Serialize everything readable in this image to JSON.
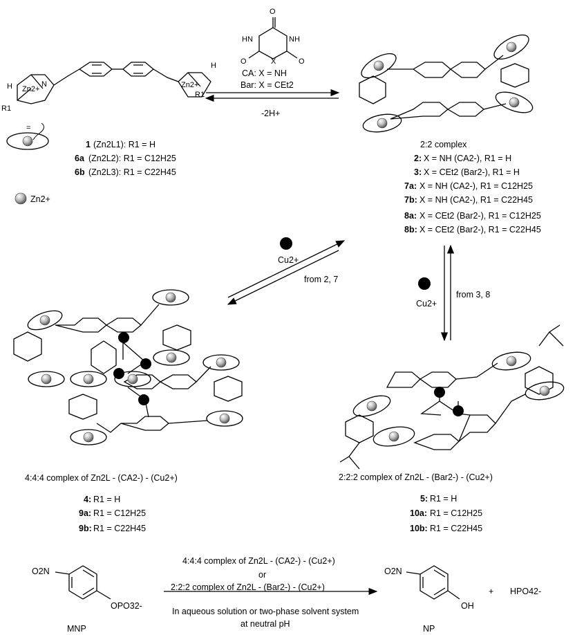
{
  "ligand": {
    "zn2plus": "Zn2+",
    "nh": "N",
    "h": "H",
    "r1": "R1",
    "equals": "=",
    "compounds": [
      {
        "num": "1",
        "desc": "(Zn2L1): R1 = H"
      },
      {
        "num": "6a",
        "desc": "(Zn2L2): R1 = C12H25"
      },
      {
        "num": "6b",
        "desc": "(Zn2L3): R1 = C22H45"
      }
    ],
    "legend_zn": "Zn2+"
  },
  "reagent": {
    "ca": "CA: X = NH",
    "bar": "Bar: X = CEt2",
    "minus2h": "-2H+",
    "o": "O",
    "hn": "HN",
    "nh": "NH",
    "x": "X"
  },
  "complex22": {
    "title": "2:2 complex",
    "items": [
      {
        "num": "2:",
        "desc": "X = NH (CA2-), R1 = H"
      },
      {
        "num": "3:",
        "desc": "X = CEt2 (Bar2-), R1 = H"
      },
      {
        "num": "7a:",
        "desc": "X = NH (CA2-), R1 = C12H25"
      },
      {
        "num": "7b:",
        "desc": "X = NH (CA2-), R1 = C22H45"
      },
      {
        "num": "8a:",
        "desc": "X = CEt2 (Bar2-), R1 = C12H25"
      },
      {
        "num": "8b:",
        "desc": "X = CEt2 (Bar2-), R1 = C22H45"
      }
    ]
  },
  "arrows": {
    "cu_left": "Cu2+",
    "from_left": "from 2, 7",
    "cu_right": "Cu2+",
    "from_right": "from 3, 8"
  },
  "complex444": {
    "title": "4:4:4 complex of Zn2L - (CA2-) - (Cu2+)",
    "items": [
      {
        "num": "4:",
        "desc": "R1 = H"
      },
      {
        "num": "9a:",
        "desc": "R1 = C12H25"
      },
      {
        "num": "9b:",
        "desc": "R1 = C22H45"
      }
    ]
  },
  "complex222": {
    "title": "2:2:2 complex of Zn2L - (Bar2-) - (Cu2+)",
    "items": [
      {
        "num": "5:",
        "desc": "R1 = H"
      },
      {
        "num": "10a:",
        "desc": "R1 = C12H25"
      },
      {
        "num": "10b:",
        "desc": "R1 = C22H45"
      }
    ]
  },
  "reaction": {
    "reactant_label": "MNP",
    "reactant_o2n": "O2N",
    "reactant_sub": "OPO32-",
    "cond1": "4:4:4 complex of Zn2L - (CA2-) - (Cu2+)",
    "cond_or": "or",
    "cond2": "2:2:2 complex of Zn2L - (Bar2-) - (Cu2+)",
    "cond3": "In aqueous solution or two-phase solvent system",
    "cond4": "at neutral pH",
    "product_label": "NP",
    "product_o2n": "O2N",
    "product_sub": "OH",
    "plus": "+",
    "hpo4": "HPO42-"
  }
}
